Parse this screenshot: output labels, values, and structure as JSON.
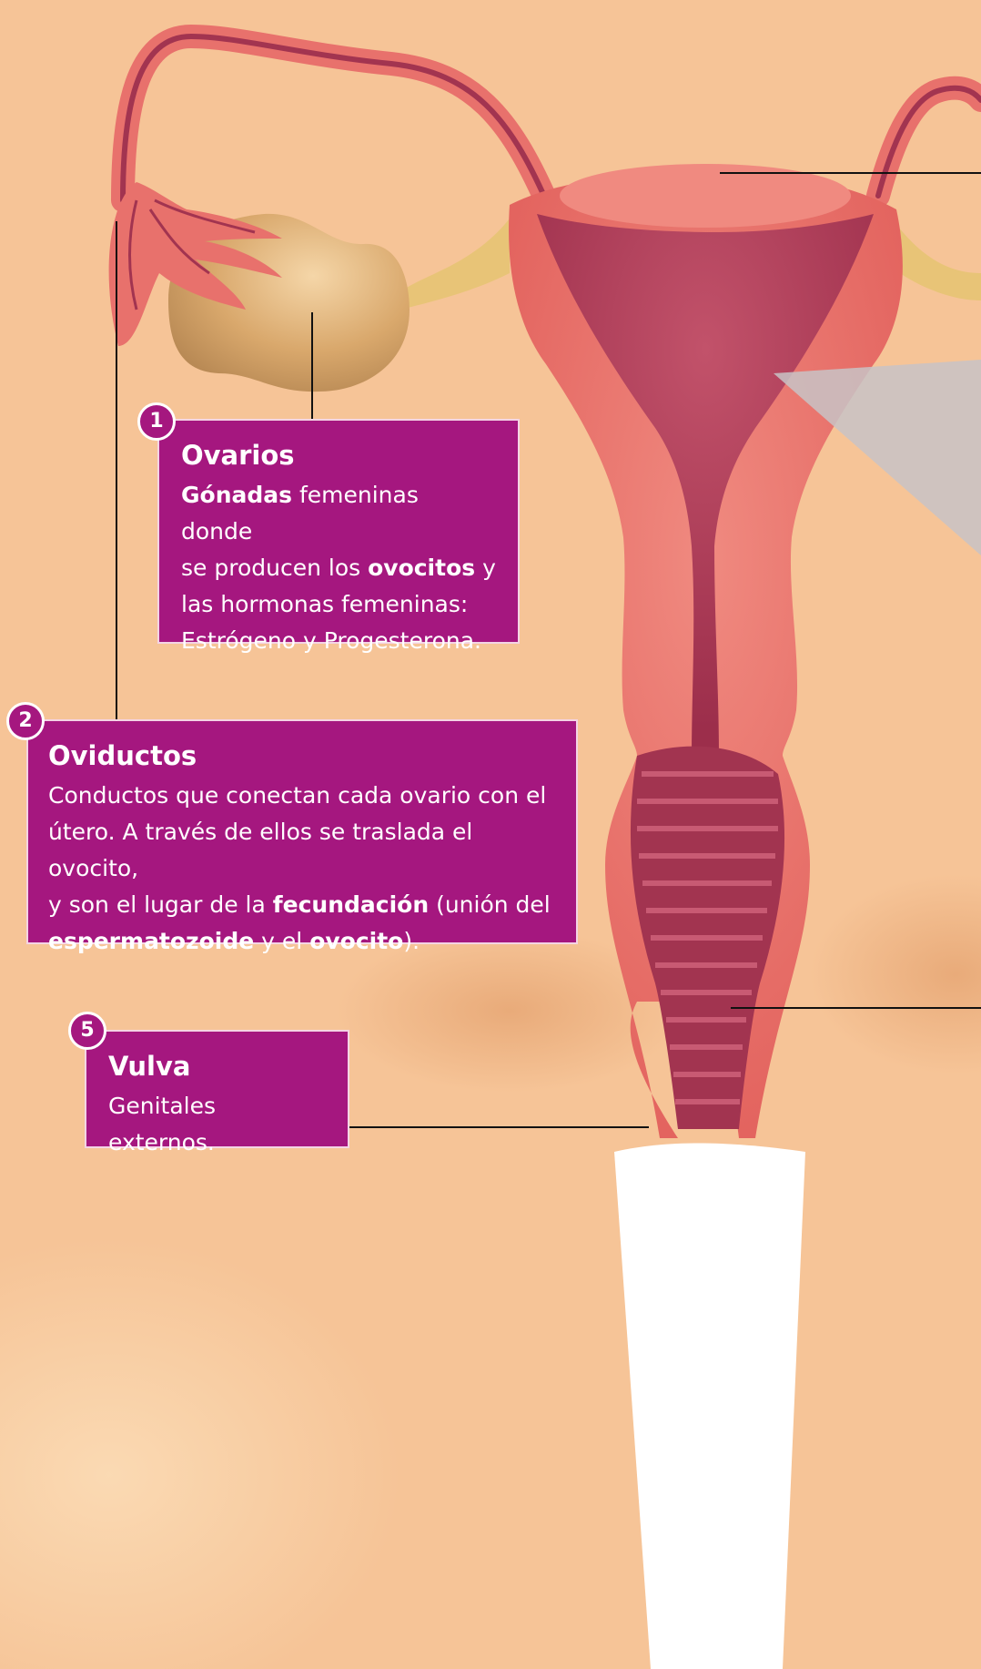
{
  "colors": {
    "background": "#f6c497",
    "box": "#a5177f",
    "box_border": "#f4d4e4",
    "organ": "#e8716c",
    "organ_dark": "#a23450",
    "ovary": "#d9a86c",
    "leader_line": "#111111"
  },
  "labels": [
    {
      "number": "1",
      "title": "Ovarios",
      "lines": [
        [
          {
            "t": "Gónadas",
            "b": true
          },
          {
            "t": " femeninas donde"
          }
        ],
        [
          {
            "t": "se producen los "
          },
          {
            "t": "ovocitos",
            "b": true
          },
          {
            "t": " y"
          }
        ],
        [
          {
            "t": "las hormonas femeninas:"
          }
        ],
        [
          {
            "t": "Estrógeno y Progesterona."
          }
        ]
      ]
    },
    {
      "number": "2",
      "title": "Oviductos",
      "lines": [
        [
          {
            "t": "Conductos que conectan cada ovario con el"
          }
        ],
        [
          {
            "t": "útero. A través de ellos se traslada el ovocito,"
          }
        ],
        [
          {
            "t": "y son el lugar de la "
          },
          {
            "t": "fecundación",
            "b": true
          },
          {
            "t": " (unión del"
          }
        ],
        [
          {
            "t": "espermatozoide",
            "b": true
          },
          {
            "t": " y el "
          },
          {
            "t": "ovocito",
            "b": true
          },
          {
            "t": ")."
          }
        ]
      ]
    },
    {
      "number": "5",
      "title": "Vulva",
      "lines": [
        [
          {
            "t": "Genitales externos."
          }
        ]
      ]
    }
  ]
}
